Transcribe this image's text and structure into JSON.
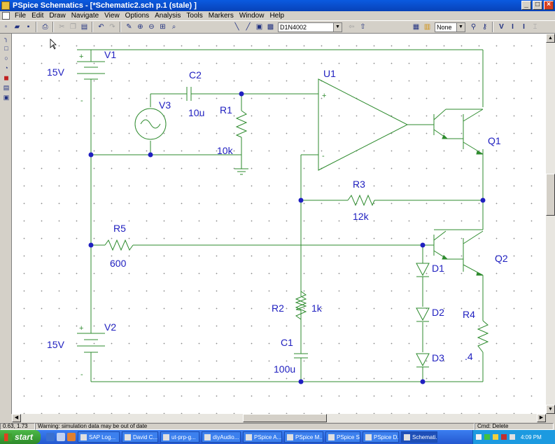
{
  "window": {
    "title": "PSpice Schematics - [*Schematic2.sch  p.1  (stale) ]"
  },
  "menu": [
    "File",
    "Edit",
    "Draw",
    "Navigate",
    "View",
    "Options",
    "Analysis",
    "Tools",
    "Markers",
    "Window",
    "Help"
  ],
  "toolbar": {
    "part_combo": "D1N4002",
    "attr_combo": "None",
    "v_label": "V",
    "i_label": "I"
  },
  "schematic": {
    "labels": {
      "v1": "V1",
      "v1_val": "15V",
      "v2": "V2",
      "v2_val": "15V",
      "v3": "V3",
      "c2": "C2",
      "c2_val": "10u",
      "r1": "R1",
      "r1_val": "10k",
      "u1": "U1",
      "q1": "Q1",
      "q2": "Q2",
      "r3": "R3",
      "r3_val": "12k",
      "r5": "R5",
      "r5_val": "600",
      "d1": "D1",
      "d2": "D2",
      "d3": "D3",
      "r2": "R2",
      "r2_val": "1k",
      "c1": "C1",
      "c1_val": "100u",
      "r4": "R4",
      "r4_val": ".4",
      "plus": "+",
      "minus": "-"
    }
  },
  "status": {
    "coords": "0.63, 1.73",
    "message": "Warning:  simulation data may be out of date",
    "cmd": "Cmd: Delete"
  },
  "taskbar": {
    "start": "start",
    "tasks": [
      "SAP Log...",
      "David C...",
      "ut-prp-g...",
      "diyAudio...",
      "PSpice A...",
      "PSpice M...",
      "PSpice S...",
      "PSpice D...",
      "Schemati..."
    ],
    "clock": "4:09 PM"
  }
}
